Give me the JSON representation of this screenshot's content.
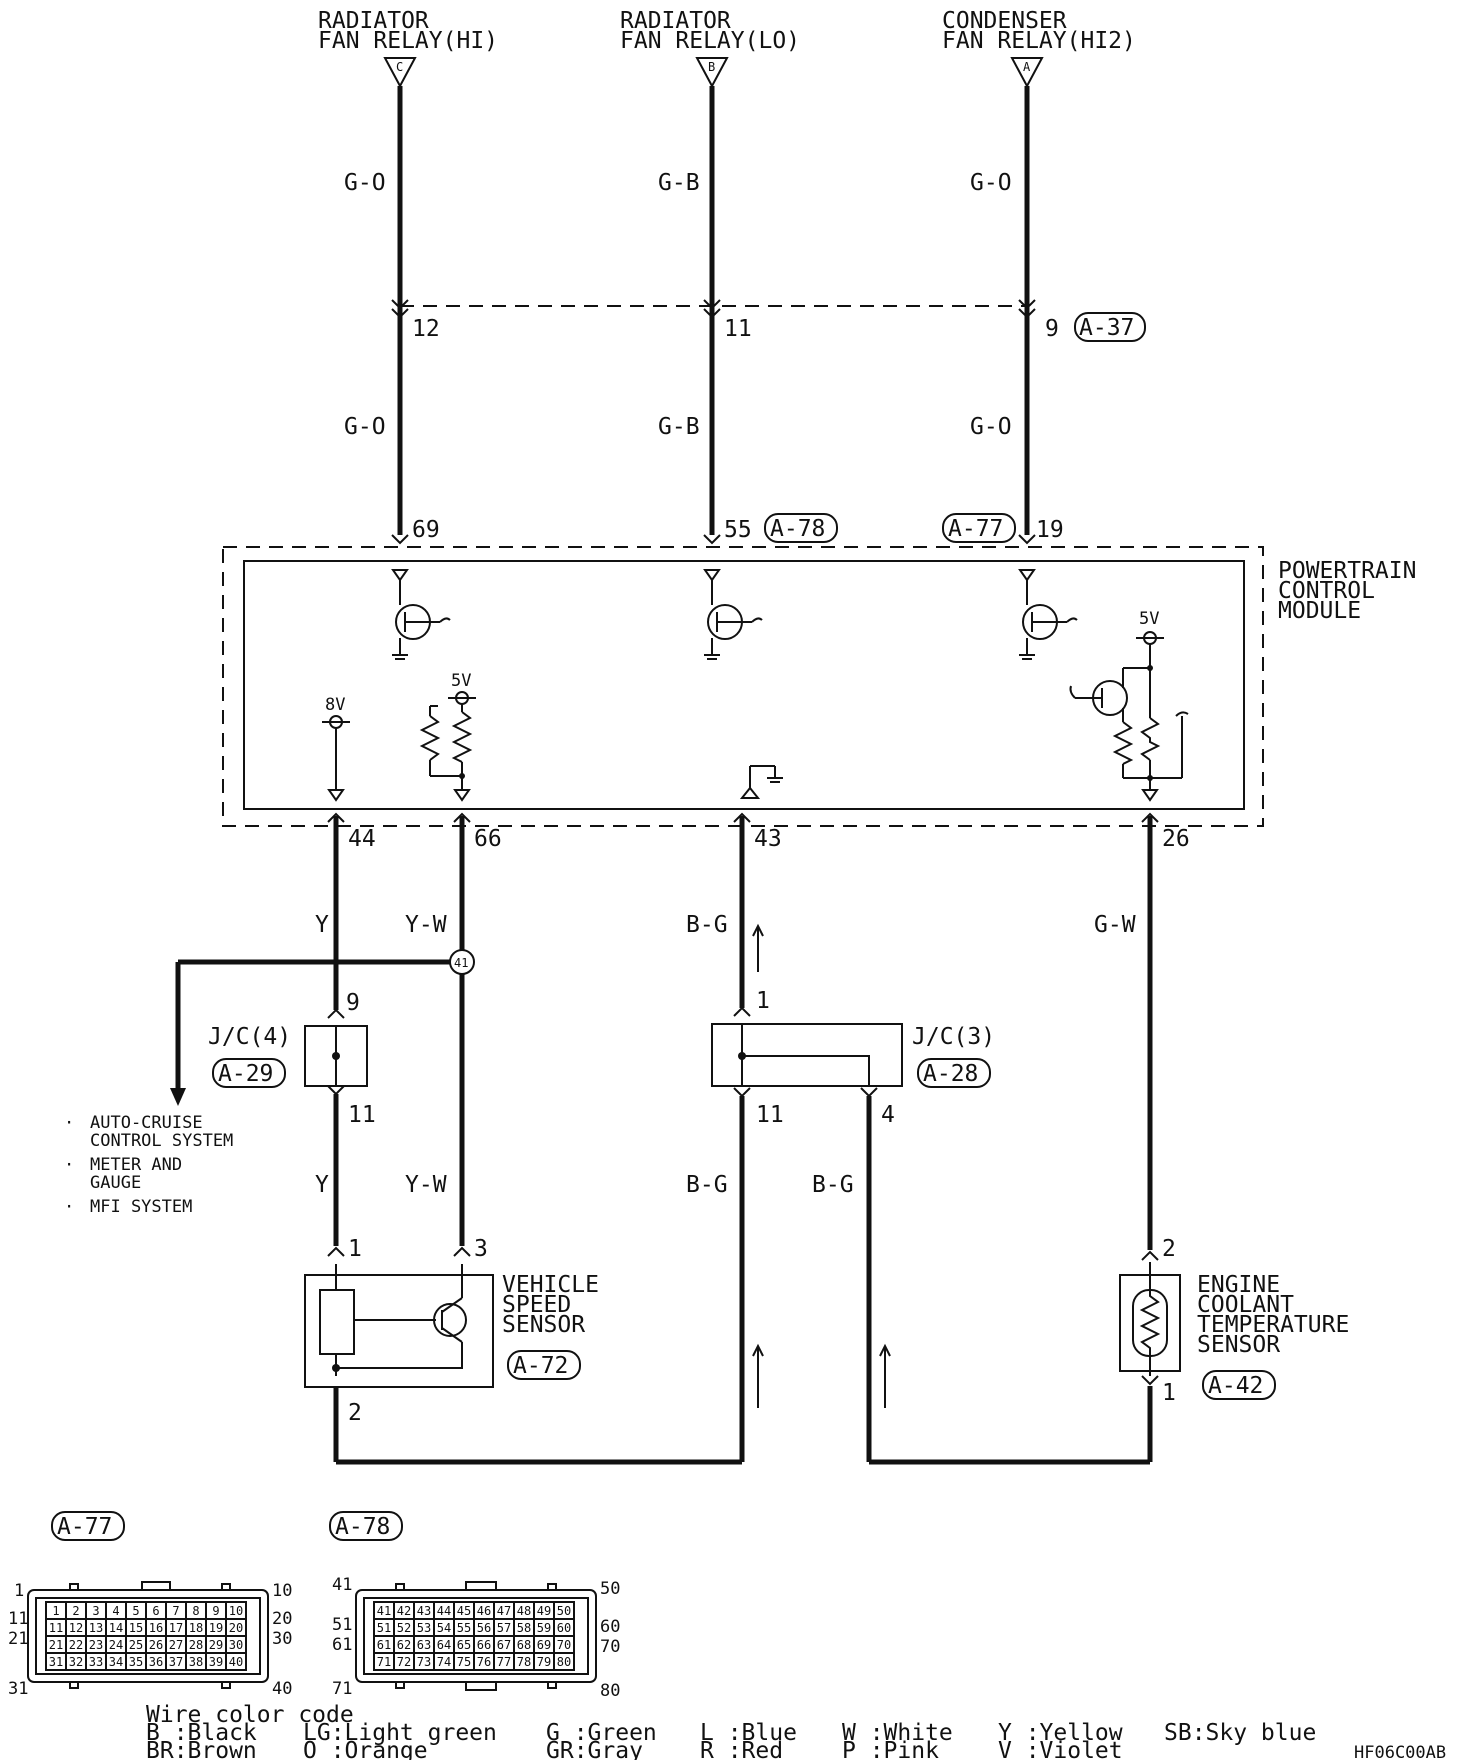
{
  "relays": [
    {
      "name_l1": "RADIATOR",
      "name_l2": "FAN RELAY(HI)",
      "connector": "C",
      "wire_top": "G-O",
      "joint_pin": "12",
      "wire_mid": "G-O",
      "pcm_pin": "69"
    },
    {
      "name_l1": "RADIATOR",
      "name_l2": "FAN RELAY(LO)",
      "connector": "B",
      "wire_top": "G-B",
      "joint_pin": "11",
      "wire_mid": "G-B",
      "pcm_pin": "55"
    },
    {
      "name_l1": "CONDENSER",
      "name_l2": "FAN RELAY(HI2)",
      "connector": "A",
      "wire_top": "G-O",
      "joint_pin": "9",
      "wire_mid": "G-O",
      "pcm_pin": "19"
    }
  ],
  "connectors": {
    "a37": "A-37",
    "a78": "A-78",
    "a77": "A-77",
    "a29": "A-29",
    "a28": "A-28",
    "a72": "A-72",
    "a42": "A-42"
  },
  "pcm": {
    "line1": "POWERTRAIN",
    "line2": "CONTROL",
    "line3": "MODULE",
    "v8": "8V",
    "v5a": "5V",
    "v5b": "5V",
    "pins": [
      "44",
      "66",
      "43",
      "26"
    ]
  },
  "wires": {
    "y_top": "Y",
    "yw_top": "Y-W",
    "bg_top": "B-G",
    "gw": "G-W",
    "y_bot": "Y",
    "yw_bot": "Y-W",
    "bg_bot1": "B-G",
    "bg_bot2": "B-G"
  },
  "splice": "41",
  "jc4": {
    "label": "J/C(4)",
    "pin_top": "9",
    "pin_bot": "11"
  },
  "jc3": {
    "label": "J/C(3)",
    "pin_top": "1",
    "pin_bot1": "11",
    "pin_bot2": "4"
  },
  "systems": [
    "AUTO-CRUISE",
    "CONTROL SYSTEM",
    "METER AND",
    "GAUGE",
    "MFI SYSTEM"
  ],
  "vss": {
    "l1": "VEHICLE",
    "l2": "SPEED",
    "l3": "SENSOR",
    "pin1": "1",
    "pin3": "3",
    "pin2": "2"
  },
  "ect": {
    "l1": "ENGINE",
    "l2": "COOLANT",
    "l3": "TEMPERATURE",
    "l4": "SENSOR",
    "pin2": "2",
    "pin1": "1"
  },
  "connector_views": {
    "a77": {
      "title": "A-77",
      "edge_left": [
        "1",
        "11",
        "21",
        "31"
      ],
      "edge_right": [
        "10",
        "20",
        "30",
        "40"
      ],
      "start": 1
    },
    "a78": {
      "title": "A-78",
      "edge_left": [
        "41",
        "51",
        "61",
        "71"
      ],
      "edge_right": [
        "50",
        "60",
        "70",
        "80"
      ],
      "start": 41
    }
  },
  "legend": {
    "title": "Wire color code",
    "items": [
      [
        "B :Black",
        "BR:Brown"
      ],
      [
        "LG:Light green",
        "O :Orange"
      ],
      [
        "G :Green",
        "GR:Gray"
      ],
      [
        "L :Blue",
        "R :Red"
      ],
      [
        "W :White",
        "P :Pink"
      ],
      [
        "Y :Yellow",
        "V :Violet"
      ],
      [
        "SB:Sky blue",
        ""
      ]
    ]
  },
  "figure_code": "HF06C00AB"
}
